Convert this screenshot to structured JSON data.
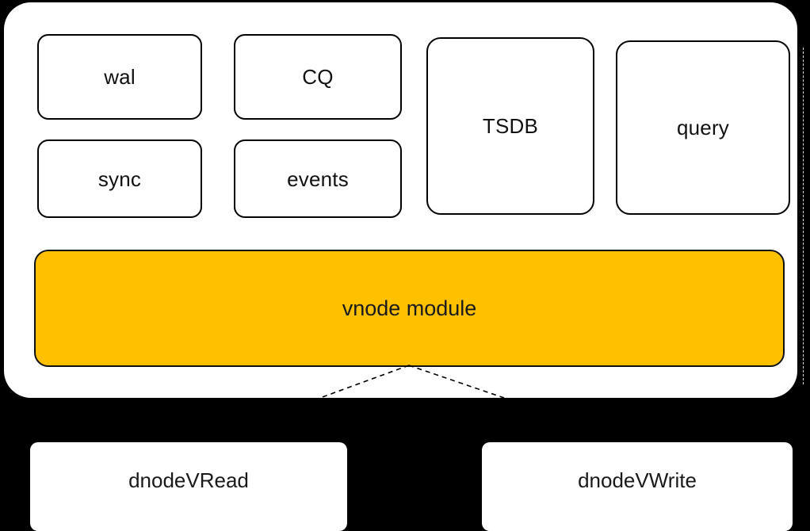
{
  "diagram": {
    "title": "vnode module architecture",
    "colors": {
      "background": "#000000",
      "panel": "#ffffff",
      "accent_orange": "#FFC000",
      "outline": "#000000",
      "guide": "#d9d9d9"
    },
    "container": {
      "name": "vnode-container"
    },
    "modules": [
      {
        "id": "wal",
        "label": "wal"
      },
      {
        "id": "cq",
        "label": "CQ"
      },
      {
        "id": "sync",
        "label": "sync"
      },
      {
        "id": "events",
        "label": "events"
      },
      {
        "id": "tsdb",
        "label": "TSDB"
      },
      {
        "id": "query",
        "label": "query"
      }
    ],
    "core": {
      "id": "vnode-module",
      "label": "vnode module"
    },
    "consumers": [
      {
        "id": "dnodevread",
        "label": "dnodeVRead"
      },
      {
        "id": "dnodevwrite",
        "label": "dnodeVWrite"
      }
    ],
    "connectors": [
      {
        "from": "vnode-module",
        "to": "dnodevread",
        "style": "dashed"
      },
      {
        "from": "vnode-module",
        "to": "dnodevwrite",
        "style": "dashed"
      }
    ]
  }
}
